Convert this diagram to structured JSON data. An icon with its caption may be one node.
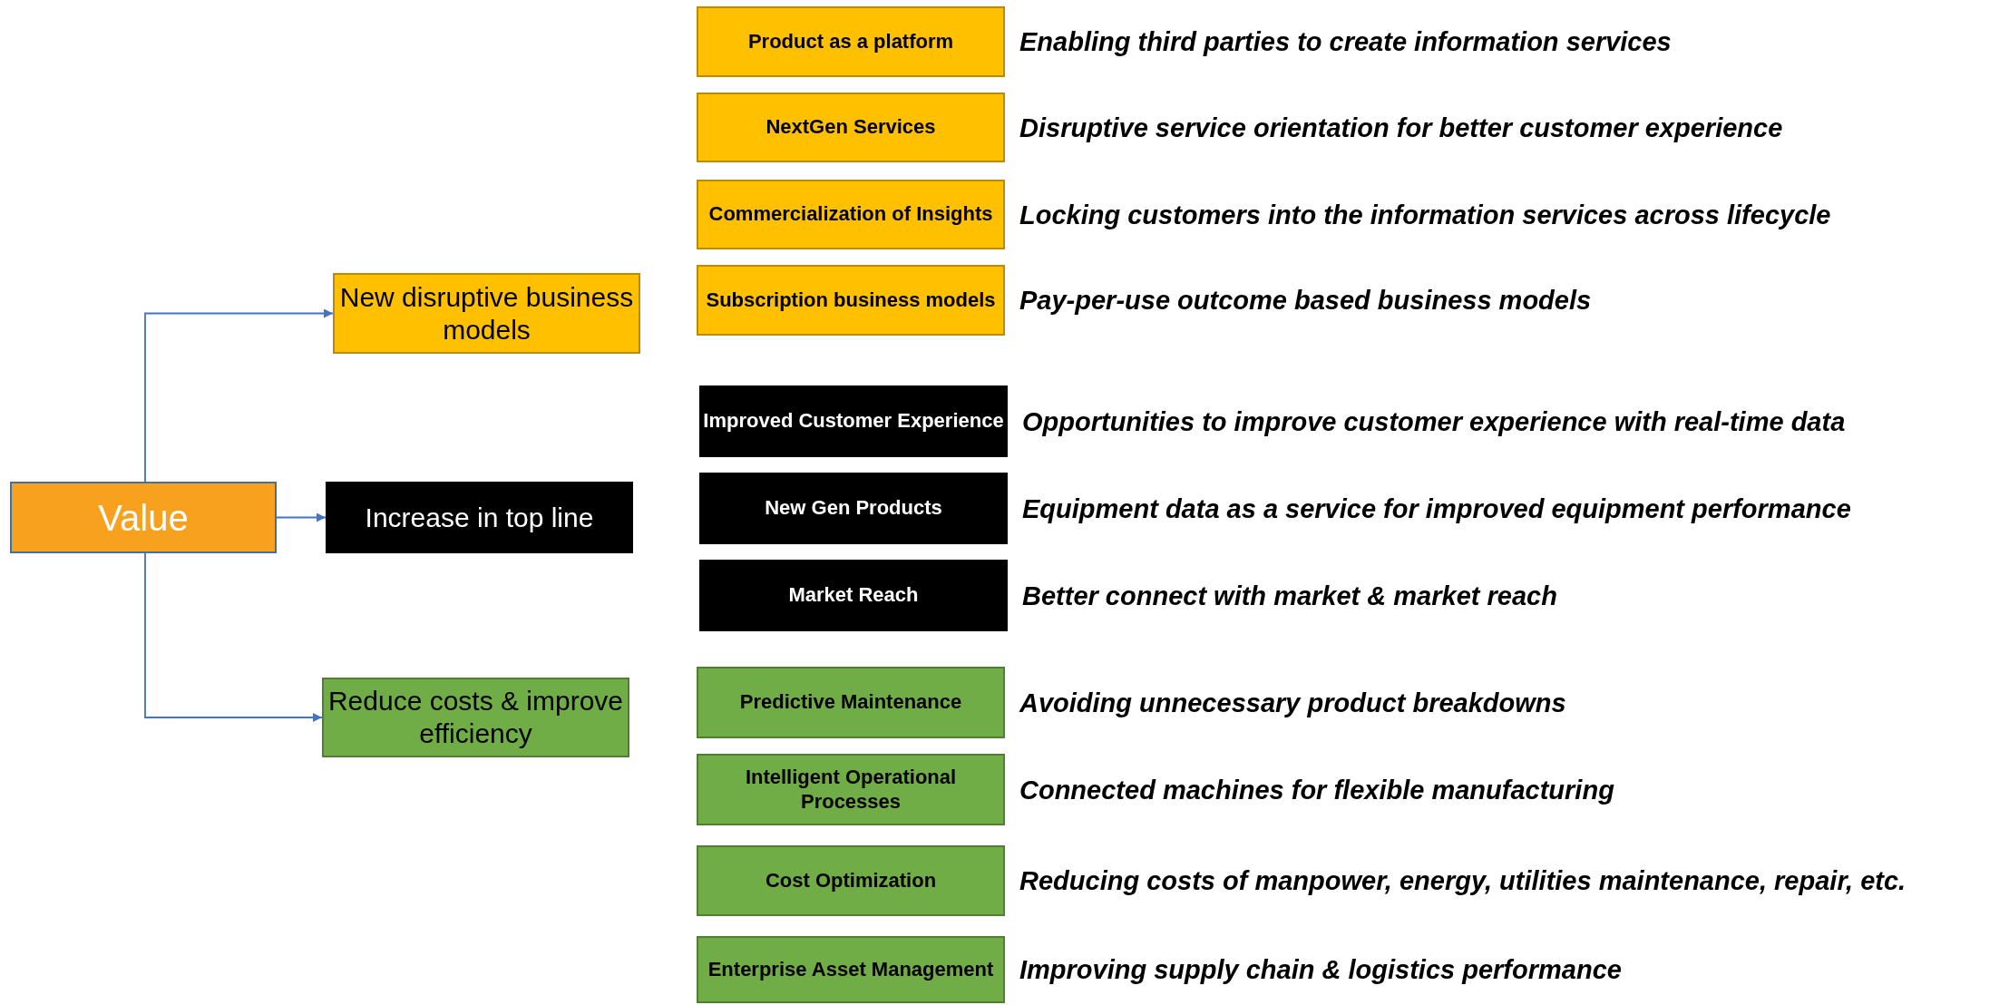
{
  "diagram": {
    "nodes": [
      {
        "text": [
          "Value"
        ]
      },
      {
        "text": [
          "New disruptive business models"
        ]
      },
      {
        "text": [
          "Increase in top line"
        ]
      },
      {
        "text": [
          "Reduce costs & improve efficiency"
        ]
      },
      {
        "text": [
          "Product as a platform"
        ],
        "beside": [
          "Enabling third parties to create information services"
        ]
      },
      {
        "text": [
          "NextGen Services"
        ],
        "beside": [
          "Disruptive service orientation for better customer experience"
        ]
      },
      {
        "text": [
          "Commercialization of Insights"
        ],
        "beside": [
          "Locking customers into the information services across lifecycle"
        ]
      },
      {
        "text": [
          "Subscription business models"
        ],
        "beside": [
          "Pay-per-use outcome based business models"
        ]
      },
      {
        "text": [
          "Improved Customer Experience"
        ],
        "beside": [
          "Opportunities to improve customer experience with real-time data"
        ]
      },
      {
        "text": [
          "New Gen Products"
        ],
        "beside": [
          "Equipment data as a service for improved equipment performance"
        ]
      },
      {
        "text": [
          "Market Reach"
        ],
        "beside": [
          "Better connect with market & market reach"
        ]
      },
      {
        "text": [
          "Predictive Maintenance"
        ],
        "beside": [
          "Avoiding unnecessary product breakdowns"
        ]
      },
      {
        "text": [
          "Intelligent Operational Processes"
        ],
        "beside": [
          "Connected machines for flexible manufacturing"
        ]
      },
      {
        "text": [
          "Cost Optimization"
        ],
        "beside": [
          "Reducing costs of manpower, energy, utilities maintenance, repair, etc."
        ]
      },
      {
        "text": [
          "Enterprise Asset Management"
        ],
        "beside": [
          "Improving supply chain & logistics performance"
        ]
      }
    ],
    "edges": [
      {
        "from": 0,
        "to": 1,
        "arrow": "to"
      },
      {
        "from": 0,
        "to": 2,
        "arrow": "to"
      },
      {
        "from": 0,
        "to": 3,
        "arrow": "to"
      }
    ]
  }
}
